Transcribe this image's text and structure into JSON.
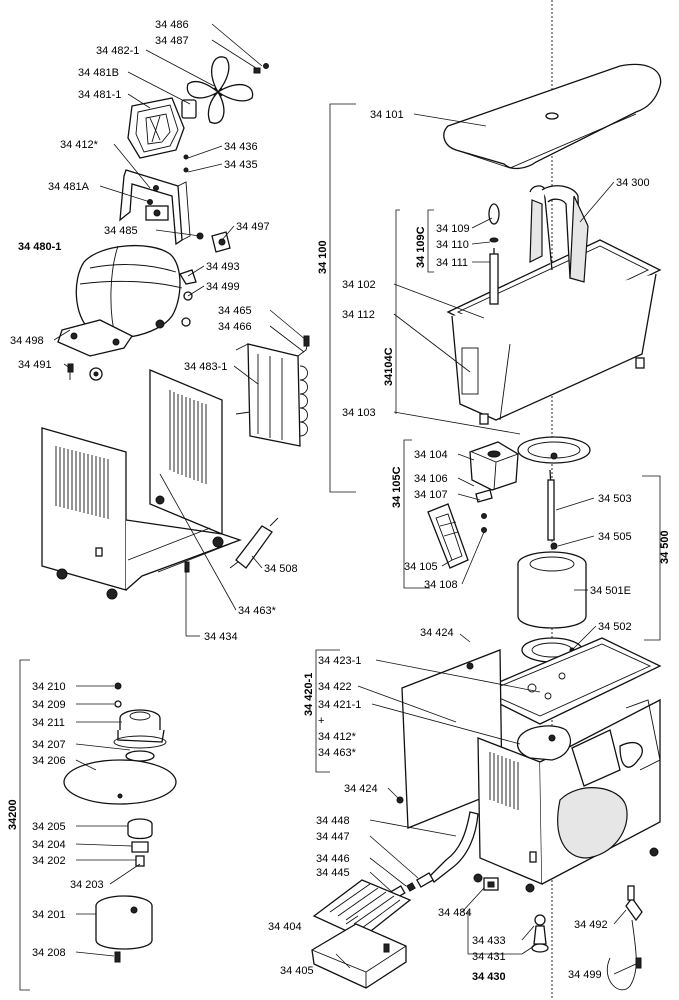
{
  "labels": {
    "p34486": "34 486",
    "p34487": "34 487",
    "p34482_1": "34 482-1",
    "p34481B": "34 481B",
    "p34481_1": "34 481-1",
    "p34412s": "34 412*",
    "p34436": "34 436",
    "p34435": "34 435",
    "p34481A": "34 481A",
    "p34485": "34 485",
    "p34497": "34 497",
    "p34480_1": "34 480-1",
    "p34493": "34 493",
    "p34499a": "34 499",
    "p34465": "34 465",
    "p34466": "34 466",
    "p34498": "34 498",
    "p34483_1": "34 483-1",
    "p34491": "34 491",
    "p34508": "34 508",
    "p34463s": "34 463*",
    "p34434": "34 434",
    "p34101": "34 101",
    "p34300": "34 300",
    "p34109": "34 109",
    "p34110": "34 110",
    "p34111": "34 111",
    "p34102": "34 102",
    "p34112": "34 112",
    "p34103": "34 103",
    "p34104": "34 104",
    "p34106": "34 106",
    "p34107": "34 107",
    "p34105": "34 105",
    "p34108": "34 108",
    "p34503": "34 503",
    "p34505": "34 505",
    "p34501E": "34 501E",
    "p34502": "34 502",
    "p34424a": "34 424",
    "p34423_1": "34 423-1",
    "p34422": "34 422",
    "p34421_1": "34 421-1",
    "plus": "+",
    "p34412s2": "34 412*",
    "p34463s2": "34 463*",
    "p34424b": "34 424",
    "p34448": "34 448",
    "p34447": "34 447",
    "p34446": "34 446",
    "p34445": "34 445",
    "p34404": "34 404",
    "p34405": "34 405",
    "p34484": "34 484",
    "p34433": "34 433",
    "p34431": "34 431",
    "p34430": "34 430",
    "p34492": "34 492",
    "p34499b": "34 499",
    "p34210": "34 210",
    "p34209": "34 209",
    "p34211": "34 211",
    "p34207": "34 207",
    "p34206": "34 206",
    "p34205": "34 205",
    "p34204": "34 204",
    "p34202": "34 202",
    "p34203": "34 203",
    "p34201": "34 201",
    "p34208": "34 208"
  },
  "groups": {
    "g34100": "34 100",
    "g34109C": "34 109C",
    "g34104C": "34104C",
    "g34105C": "34 105C",
    "g34500": "34 500",
    "g34420_1": "34 420-1",
    "g34200": "34200"
  }
}
